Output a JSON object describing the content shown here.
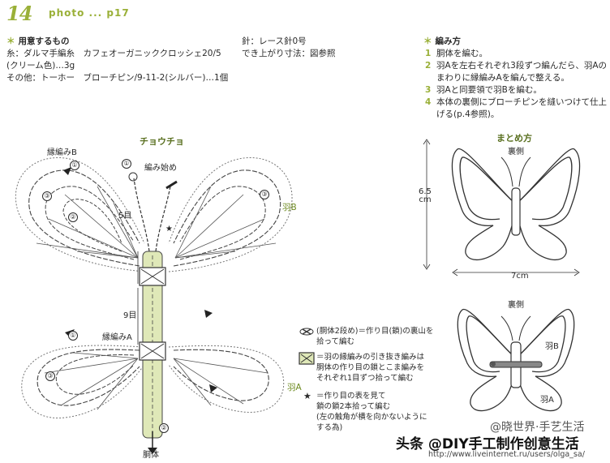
{
  "header": {
    "page_number": "14",
    "page_ref": "photo ... p17"
  },
  "materials": {
    "heading": "用意するもの",
    "line1": "糸：ダルマ手編糸　カフェオーガニッククロッシェ20/5",
    "line2": "(クリーム色)…3g",
    "line3": "その他：トーホー　ブローチピン/9-11-2(シルバー)…1個"
  },
  "needle": {
    "line1": "針：レース針0号",
    "line2": "でき上がり寸法：図参照"
  },
  "steps": {
    "heading": "編み方",
    "items": [
      {
        "num": "1",
        "text": "胴体を編む。"
      },
      {
        "num": "2",
        "text": "羽Aを左右それぞれ3段ずつ編んだら、羽Aのまわりに縁編みAを編んで整える。"
      },
      {
        "num": "3",
        "text": "羽Aと同要領で羽Bを編む。"
      },
      {
        "num": "4",
        "text": "本体の裏側にブローチピンを縫いつけて仕上げる(p.4参照)。"
      }
    ]
  },
  "chart": {
    "title": "チョウチョ",
    "edging_b": "縁編みB",
    "edging_a": "縁編みA",
    "start": "編み始め",
    "rows_5": "5目",
    "rows_9": "9目",
    "wing_b": "羽B",
    "wing_a": "羽A",
    "body": "胴体",
    "markers": [
      "①",
      "②",
      "③"
    ]
  },
  "legend": {
    "item1": [
      "(胴体2段め)＝作り目(鎖)の裏山を",
      "拾って編む"
    ],
    "item2": [
      "＝羽の縁編みの引き抜き編みは",
      "胴体の作り目の鎖とこま編みを",
      "それぞれ1目ずつ拾って編む"
    ],
    "item3": [
      "＝作り目の表を見て",
      "鎖の鎖2本拾って編む",
      "(左の触角が横を向かないように",
      "する為)"
    ],
    "star": "★"
  },
  "assembly": {
    "title": "まとめ方",
    "back_top": "裏側",
    "height": "6.5\ncm",
    "width": "7cm",
    "back_bottom": "裏側",
    "wing_b": "羽B",
    "wing_a": "羽A"
  },
  "watermarks": {
    "weibo": "@晓世界·手艺生活",
    "toutiao": "头条 @DIY手工制作创意生活",
    "url": "http://www.liveinternet.ru/users/olga_sa/"
  },
  "colors": {
    "accent_green": "#9ab038",
    "dark_green": "#5a7020",
    "body_fill": "#dfe8b8"
  }
}
